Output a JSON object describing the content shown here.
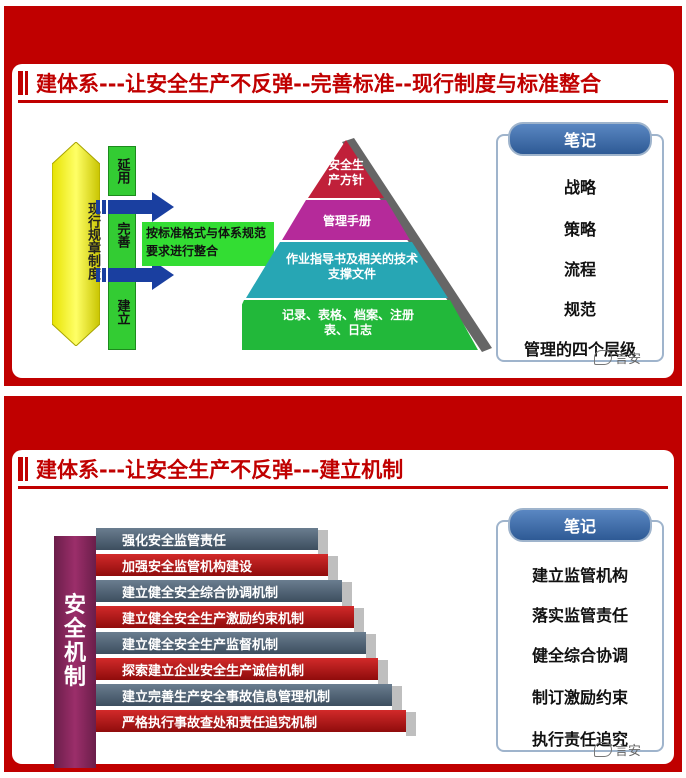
{
  "slide1": {
    "title": "建体系---让安全生产不反弹--完善标准--现行制度与标准整合",
    "left_box": "现行规章制度",
    "green_boxes": [
      "延用",
      "完善",
      "建立"
    ],
    "arrow_label": "按标准格式与体系规范要求进行整合",
    "pyramid": [
      {
        "label": "安全生产方针",
        "color": "#c0203a"
      },
      {
        "label": "管理手册",
        "color": "#b52a9a"
      },
      {
        "label": "作业指导书及相关的技术支撑文件",
        "color": "#27a6b4"
      },
      {
        "label": "记录、表格、档案、注册表、日志",
        "color": "#22b83a"
      }
    ],
    "notes": {
      "header": "笔记",
      "items": [
        "战略",
        "策略",
        "流程",
        "规范",
        "管理的四个层级"
      ]
    },
    "watermark": "言安"
  },
  "slide2": {
    "title": "建体系---让安全生产不反弹---建立机制",
    "side_label": "安全机制",
    "steps": [
      "强化安全监管责任",
      "加强安全监管机构建设",
      "建立健全安全综合协调机制",
      "建立健全安全生产激励约束机制",
      "建立健全安全生产监督机制",
      "探索建立企业安全生产诚信机制",
      "建立完善生产安全事故信息管理机制",
      "严格执行事故查处和责任追究机制"
    ],
    "notes": {
      "header": "笔记",
      "items": [
        "建立监管机构",
        "落实监管责任",
        "健全综合协调",
        "制订激励约束",
        "执行责任追究"
      ]
    },
    "watermark": "言安"
  }
}
